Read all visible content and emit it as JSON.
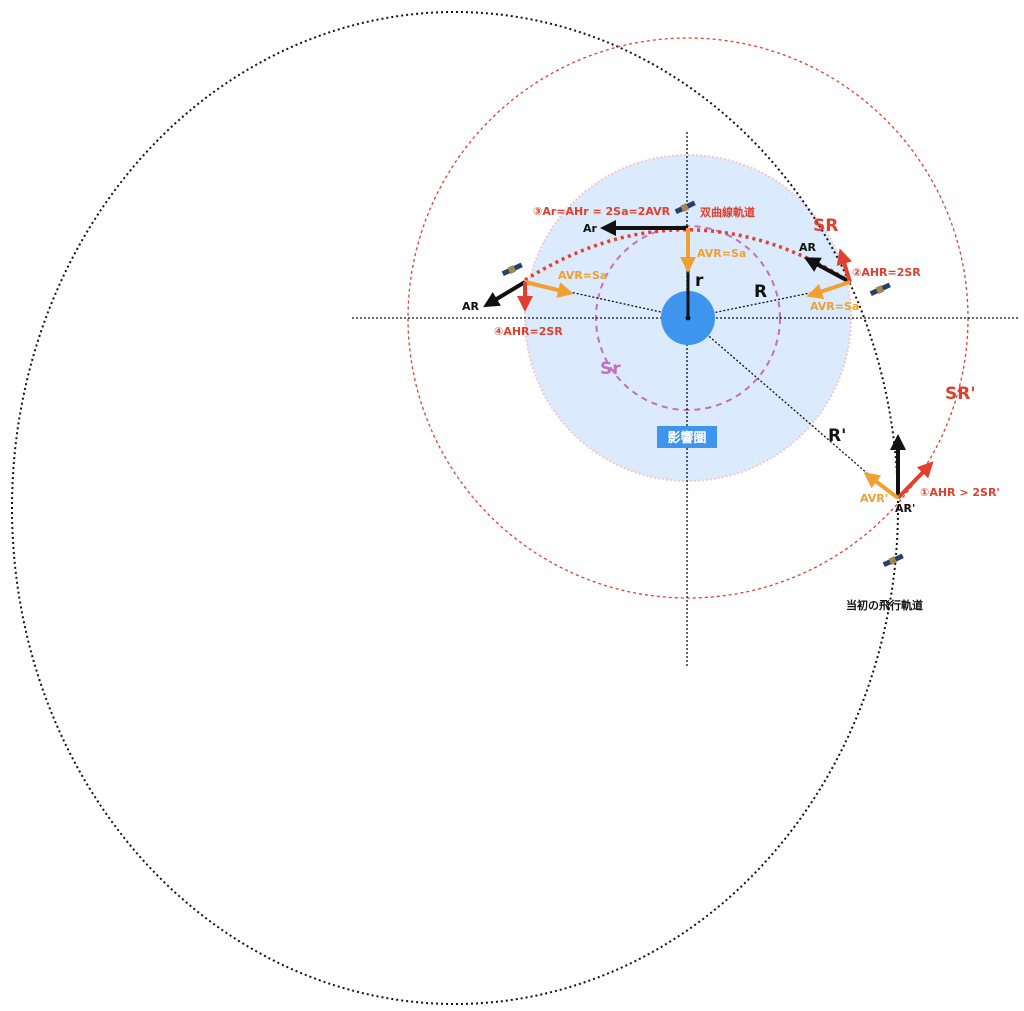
{
  "labels": {
    "step3": "③Ar=AHr = 2Sa=2AVR",
    "hyperbolic_orbit": "双曲線軌道",
    "a_r_small": "Ar",
    "av_r_sa_top": "AVR=Sa",
    "r_label": "r",
    "a_r_left": "AR",
    "av_r_sa_left": "AVR=Sa",
    "step4": "④AHR=2SR",
    "s_r_big": "SR",
    "a_r_right": "AR",
    "step2": "②AHR=2SR",
    "av_r_sa_right": "AVR=Sa",
    "big_r": "R",
    "s_r_small": "Sr",
    "sphere_of_influence": "影響圏",
    "s_r_prime": "SR'",
    "r_prime": "R'",
    "av_r_prime": "AVR'",
    "step1": "①AHR > 2SR'",
    "a_r_prime": "AR'",
    "initial_orbit": "当初の飛行軌道"
  },
  "colors": {
    "red": "#e0402e",
    "orange": "#f0a030",
    "planet": "#3d95ee",
    "influence": "#dbeafd",
    "inner": "#c36fc0"
  }
}
